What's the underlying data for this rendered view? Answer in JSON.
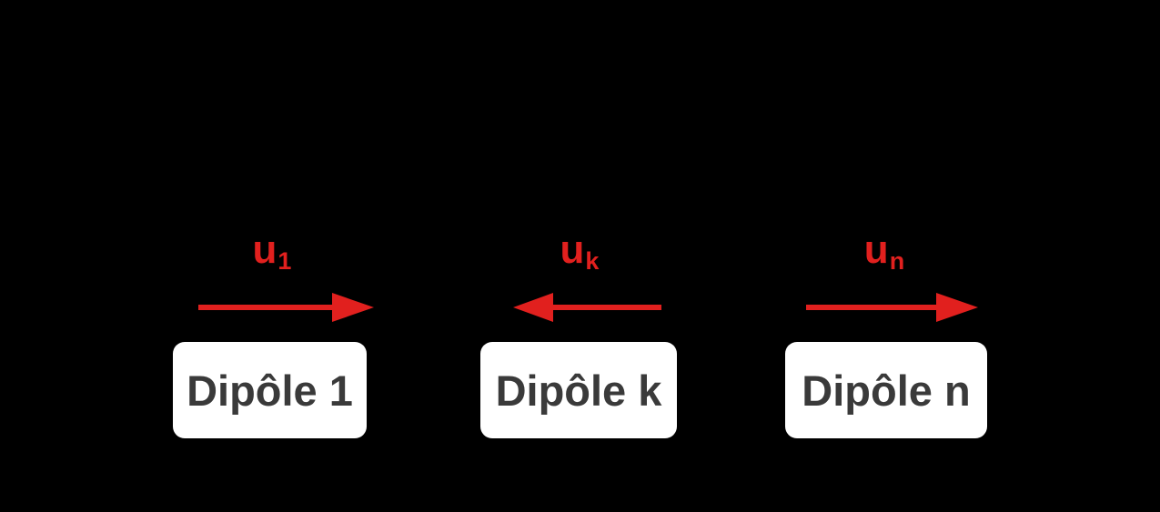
{
  "colors": {
    "background": "#000000",
    "box_fill": "#ffffff",
    "box_text": "#3a3a3a",
    "accent_red": "#e1201e"
  },
  "diagram": {
    "dipoles": [
      {
        "label": "Dipôle 1",
        "voltage_base": "u",
        "voltage_sub": "1",
        "arrow_direction": "right"
      },
      {
        "label": "Dipôle k",
        "voltage_base": "u",
        "voltage_sub": "k",
        "arrow_direction": "left"
      },
      {
        "label": "Dipôle n",
        "voltage_base": "u",
        "voltage_sub": "n",
        "arrow_direction": "right"
      }
    ]
  }
}
